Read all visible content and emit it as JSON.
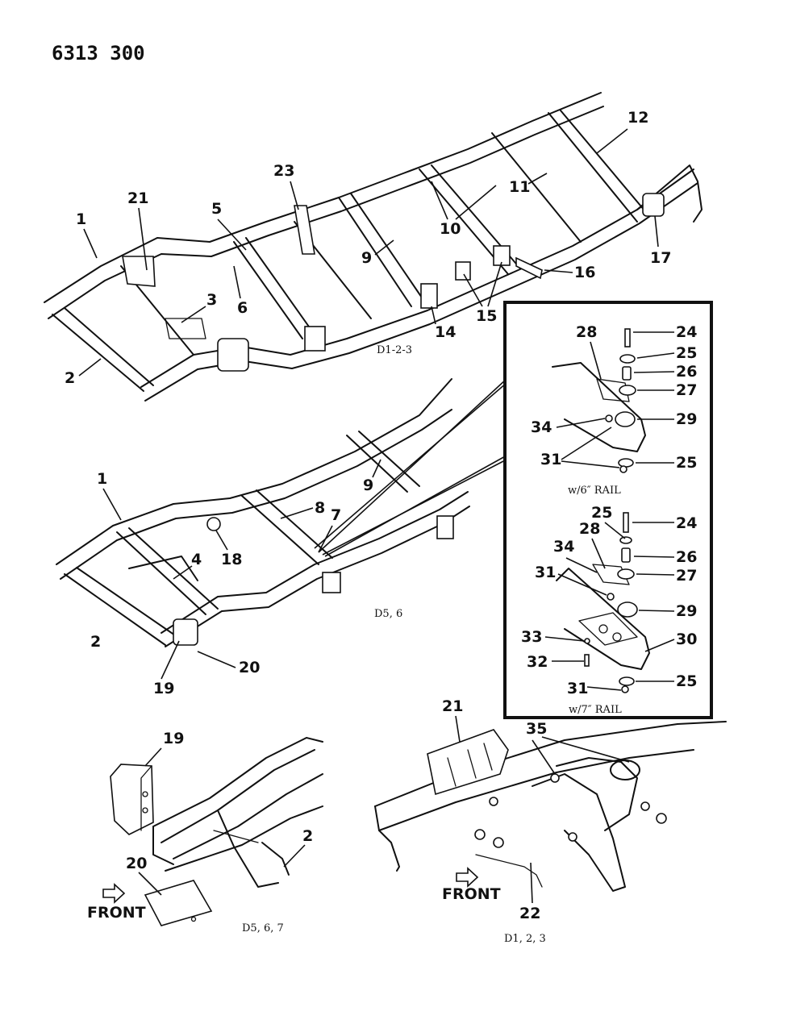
{
  "document_number": "6313 300",
  "captions": {
    "d123_frame": "D1-2-3",
    "d56_frame": "D5, 6",
    "rail6": "w/6″ RAIL",
    "rail7": "w/7″ RAIL",
    "detail_d567": "D5, 6, 7",
    "detail_d123": "D1, 2, 3",
    "front_left": "FRONT",
    "front_right": "FRONT"
  },
  "callouts": {
    "top": [
      "1",
      "21",
      "5",
      "23",
      "12",
      "11",
      "10",
      "9",
      "3",
      "6",
      "2",
      "14",
      "15",
      "16",
      "17"
    ],
    "middle": [
      "1",
      "8",
      "7",
      "9",
      "4",
      "18",
      "2",
      "19",
      "20"
    ],
    "inset6": [
      "28",
      "24",
      "25",
      "26",
      "27",
      "29",
      "34",
      "31",
      "25"
    ],
    "inset7": [
      "25",
      "24",
      "28",
      "26",
      "34",
      "27",
      "31",
      "29",
      "33",
      "30",
      "32",
      "31",
      "25"
    ],
    "bottom": [
      "19",
      "20",
      "2",
      "21",
      "35",
      "22"
    ]
  }
}
